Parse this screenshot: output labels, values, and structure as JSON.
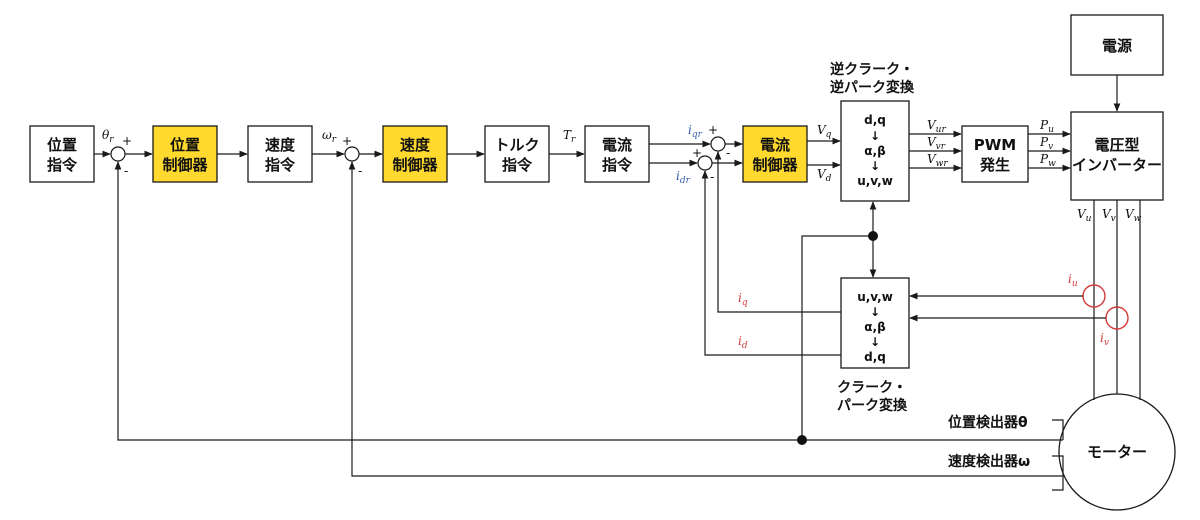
{
  "blocks": {
    "pos_cmd": [
      "位置",
      "指令"
    ],
    "pos_ctrl": [
      "位置",
      "制御器"
    ],
    "spd_cmd": [
      "速度",
      "指令"
    ],
    "spd_ctrl": [
      "速度",
      "制御器"
    ],
    "torque_cmd": [
      "トルク",
      "指令"
    ],
    "cur_cmd": [
      "電流",
      "指令"
    ],
    "cur_ctrl": [
      "電流",
      "制御器"
    ],
    "inv_transform": [
      "d,q",
      "↓",
      "α,β",
      "↓",
      "u,v,w"
    ],
    "pwm": [
      "PWM",
      "発生"
    ],
    "power": [
      "電源"
    ],
    "inverter": [
      "電圧型",
      "インバーター"
    ],
    "fwd_transform": [
      "u,v,w",
      "↓",
      "α,β",
      "↓",
      "d,q"
    ],
    "motor": [
      "モーター"
    ]
  },
  "captions": {
    "inv_transform": [
      "逆クラーク・",
      "逆パーク変換"
    ],
    "fwd_transform": [
      "クラーク・",
      "パーク変換"
    ],
    "pos_sensor": "位置検出器θ",
    "spd_sensor": "速度検出器ω"
  },
  "signals": {
    "theta_r": {
      "base": "θ",
      "sub": "r"
    },
    "omega_r": {
      "base": "ω",
      "sub": "r"
    },
    "T_r": {
      "base": "T",
      "sub": "r"
    },
    "i_qr": {
      "base": "i",
      "sub": "qr"
    },
    "i_dr": {
      "base": "i",
      "sub": "dr"
    },
    "V_q": {
      "base": "V",
      "sub": "q"
    },
    "V_d": {
      "base": "V",
      "sub": "d"
    },
    "V_ur": {
      "base": "V",
      "sub": "ur"
    },
    "V_vr": {
      "base": "V",
      "sub": "vr"
    },
    "V_wr": {
      "base": "V",
      "sub": "wr"
    },
    "P_u": {
      "base": "P",
      "sub": "u"
    },
    "P_v": {
      "base": "P",
      "sub": "v"
    },
    "P_w": {
      "base": "P",
      "sub": "w"
    },
    "V_u": {
      "base": "V",
      "sub": "u"
    },
    "V_v": {
      "base": "V",
      "sub": "v"
    },
    "V_w": {
      "base": "V",
      "sub": "w"
    },
    "i_u": {
      "base": "i",
      "sub": "u"
    },
    "i_v": {
      "base": "i",
      "sub": "v"
    },
    "i_q": {
      "base": "i",
      "sub": "q"
    },
    "i_d": {
      "base": "i",
      "sub": "d"
    }
  },
  "signs": {
    "plus": "+",
    "minus": "-"
  },
  "colors": {
    "highlight": "#ffd92e",
    "feedback_current": "#d33a3a",
    "reference_current": "#2f5ea8",
    "line": "#1a1a1a"
  }
}
